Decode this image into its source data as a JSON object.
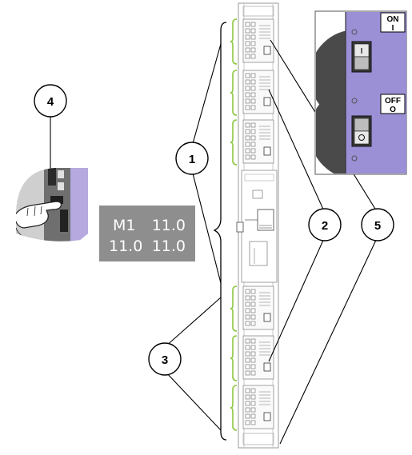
{
  "callouts": [
    "1",
    "2",
    "3",
    "4",
    "5"
  ],
  "display": {
    "line1": [
      "M1",
      "11.0"
    ],
    "line2": [
      "11.0",
      "11.0"
    ]
  },
  "breaker_labels": {
    "on": "ON",
    "on_symbol": "I",
    "off": "OFF",
    "off_symbol": "O"
  },
  "colors": {
    "bracket_green": "#8dc63f",
    "display_bg": "#8e8e8e",
    "breaker_purple": "#9b8fd6",
    "breaker_dark": "#4a4a4a"
  }
}
